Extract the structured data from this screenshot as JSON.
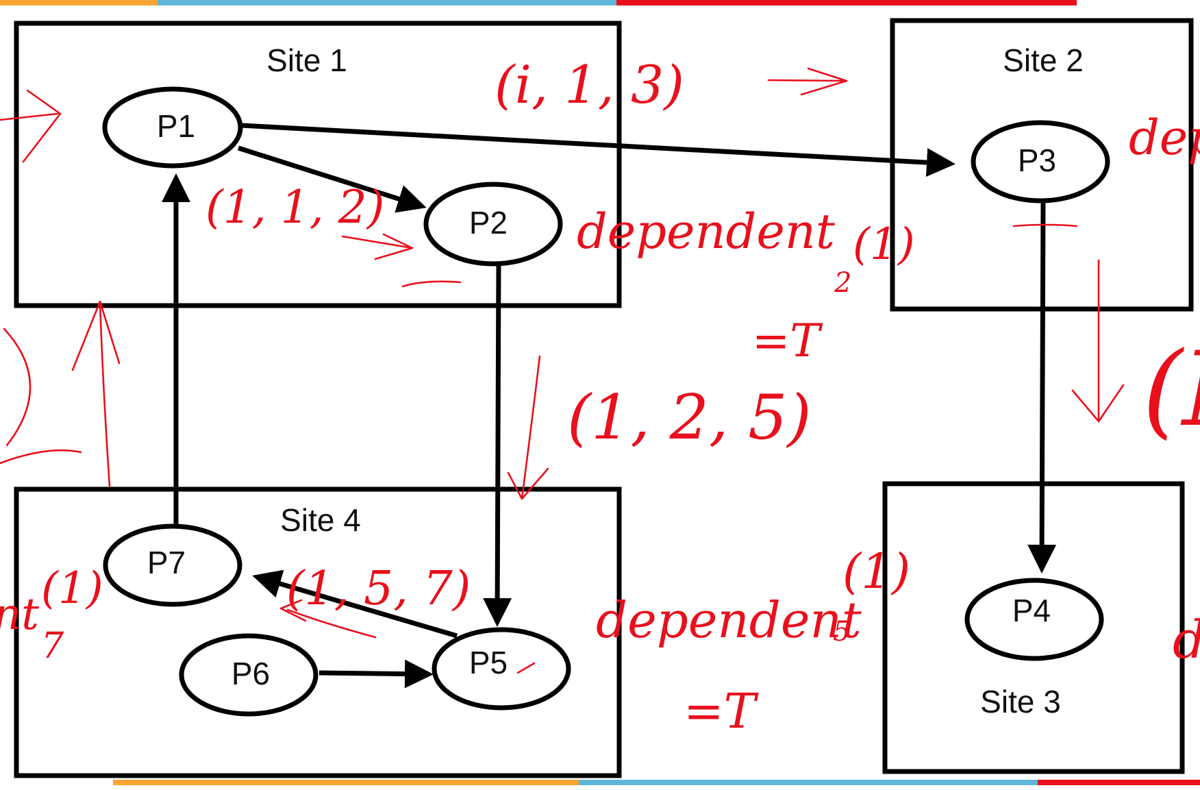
{
  "colors": {
    "stripe_orange": "#f9a533",
    "stripe_blue": "#5eb6d9",
    "stripe_red": "#e8101c",
    "ink": "#e8101c",
    "outline": "#000000"
  },
  "sites": [
    {
      "id": "site1",
      "label": "Site 1"
    },
    {
      "id": "site2",
      "label": "Site 2"
    },
    {
      "id": "site3",
      "label": "Site 3"
    },
    {
      "id": "site4",
      "label": "Site 4"
    }
  ],
  "processes": [
    {
      "id": "P1",
      "label": "P1"
    },
    {
      "id": "P2",
      "label": "P2"
    },
    {
      "id": "P3",
      "label": "P3"
    },
    {
      "id": "P4",
      "label": "P4"
    },
    {
      "id": "P5",
      "label": "P5"
    },
    {
      "id": "P6",
      "label": "P6"
    },
    {
      "id": "P7",
      "label": "P7"
    }
  ],
  "edges": [
    {
      "from": "P1",
      "to": "P2"
    },
    {
      "from": "P1",
      "to": "P3"
    },
    {
      "from": "P2",
      "to": "P5"
    },
    {
      "from": "P3",
      "to": "P4"
    },
    {
      "from": "P5",
      "to": "P7"
    },
    {
      "from": "P6",
      "to": "P5"
    },
    {
      "from": "P7",
      "to": "P1"
    }
  ],
  "annotations": {
    "probe_p1_p3": "(i, 1, 3)",
    "probe_p1_p2": "(1, 1, 2)",
    "probe_p2_p5": "(1, 2, 5)",
    "probe_p5_p7": "(1, 5, 7)",
    "dependent_2": "dependent",
    "dependent_2_sub": "2",
    "dependent_2_arg": "(1)",
    "dependent_2_val": "=T",
    "dependent_5": "dependent",
    "dependent_5_sub": "5",
    "dependent_5_arg": "(1)",
    "dependent_5_val": "=T",
    "cut_right_top": "dep",
    "cut_right_mid": "(N",
    "cut_right_bottom": "d",
    "cut_left_bottom": "nt",
    "cut_left_arg": "(1)",
    "cut_left_sub": "7"
  }
}
